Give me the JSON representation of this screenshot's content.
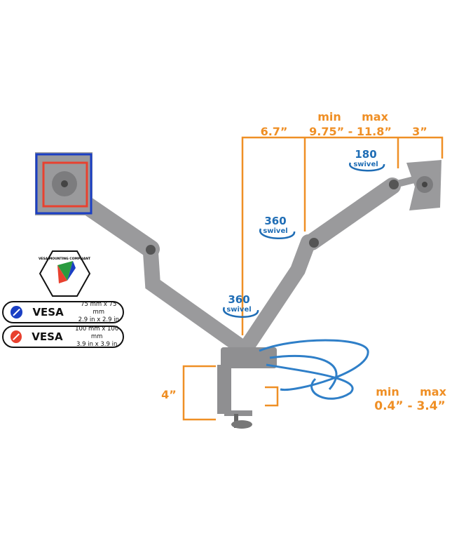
{
  "dimensions": {
    "arm_offset": "6.7”",
    "arm_min_label": "min",
    "arm_max_label": "max",
    "arm_range": "9.75” - 11.8”",
    "bracket": "3”",
    "clamp_height": "4”",
    "desk_min_label": "min",
    "desk_max_label": "max",
    "desk_range": "0.4” - 3.4”"
  },
  "swivels": [
    {
      "degrees": "180",
      "label": "swivel"
    },
    {
      "degrees": "360",
      "label": "swivel"
    },
    {
      "degrees": "360",
      "label": "swivel"
    }
  ],
  "badge": {
    "text": "VESA MOUNTING COMPLIANT"
  },
  "vesa_specs": [
    {
      "label": "VESA",
      "metric": "75 mm x 75 mm",
      "imperial": "2.9 in x 2.9 in",
      "color": "#1a3fc4"
    },
    {
      "label": "VESA",
      "metric": "100 mm x 100 mm",
      "imperial": "3.9 in x 3.9 in",
      "color": "#e8412f"
    }
  ],
  "colors": {
    "dimension": "#ef8f25",
    "swivel": "#1f6db5",
    "arm": "#9a9a9c",
    "cable": "#2f7fc8"
  }
}
